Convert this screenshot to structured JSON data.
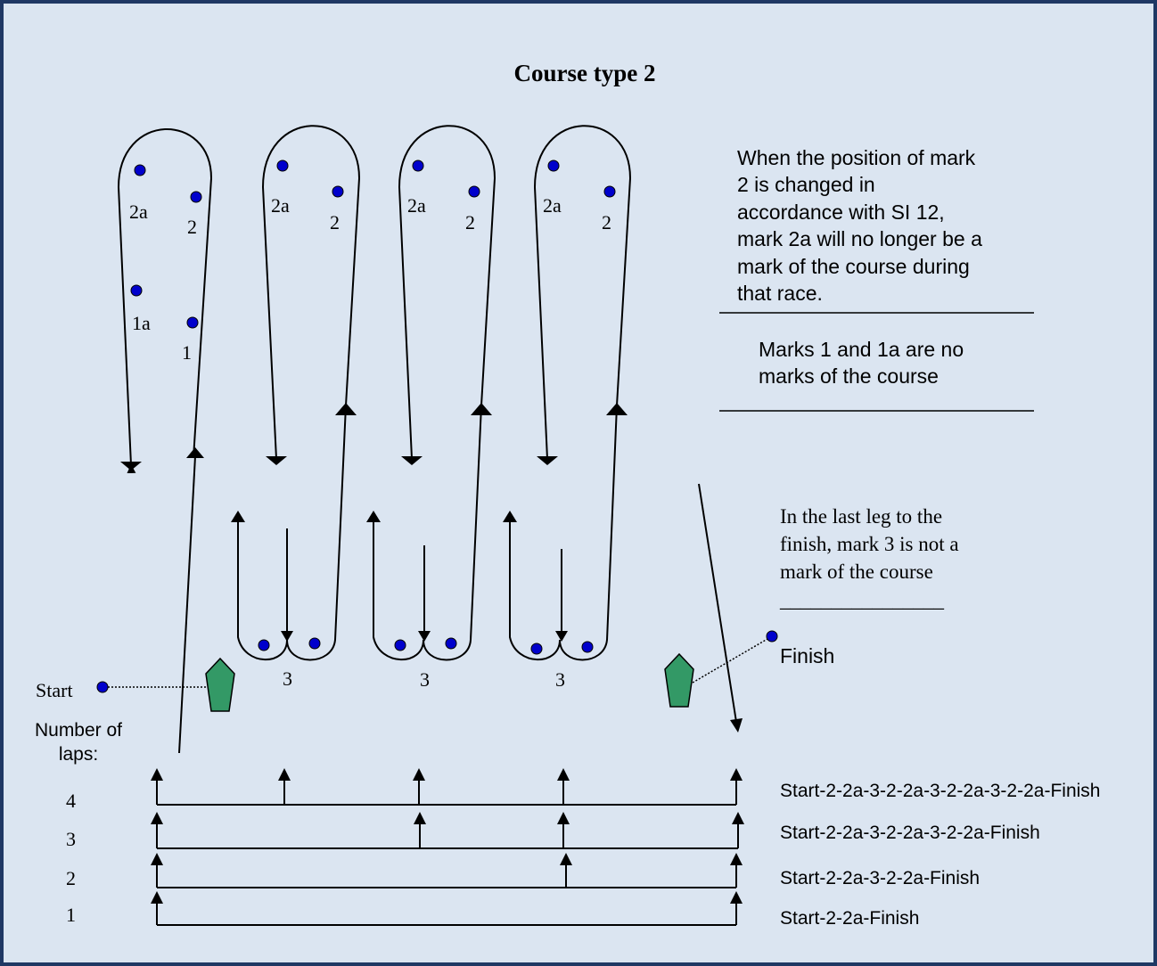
{
  "title": "Course type 2",
  "colors": {
    "background": "#dbe5f1",
    "border": "#1f3864",
    "mark": "#0000cc",
    "committee_boat": "#339966",
    "line": "#000000"
  },
  "notes": {
    "mark_2a": "When the position of mark\n2 is changed in\naccordance with SI 12,\nmark 2a will no longer be a\nmark of the course during\nthat race.",
    "marks_1_1a": "Marks 1 and 1a are no\nmarks of the course",
    "last_leg": "In the last leg to the\nfinish, mark 3 is not a\nmark of the course",
    "last_leg_underline": "________________"
  },
  "marks": {
    "upwind": [
      {
        "left_label": "2a",
        "right_label": "2"
      },
      {
        "left_label": "2a",
        "right_label": "2"
      },
      {
        "left_label": "2a",
        "right_label": "2"
      },
      {
        "left_label": "2a",
        "right_label": "2"
      }
    ],
    "offset": {
      "left_label": "1a",
      "right_label": "1"
    },
    "gates": [
      {
        "label": "3"
      },
      {
        "label": "3"
      },
      {
        "label": "3"
      }
    ]
  },
  "start_label": "Start",
  "finish_label": "Finish",
  "laps": {
    "header": "Number of\nlaps:",
    "rows": [
      {
        "number": "4",
        "course": "Start-2-2a-3-2-2a-3-2-2a-3-2-2a-Finish"
      },
      {
        "number": "3",
        "course": "Start-2-2a-3-2-2a-3-2-2a-Finish"
      },
      {
        "number": "2",
        "course": "Start-2-2a-3-2-2a-Finish"
      },
      {
        "number": "1",
        "course": "Start-2-2a-Finish"
      }
    ]
  }
}
